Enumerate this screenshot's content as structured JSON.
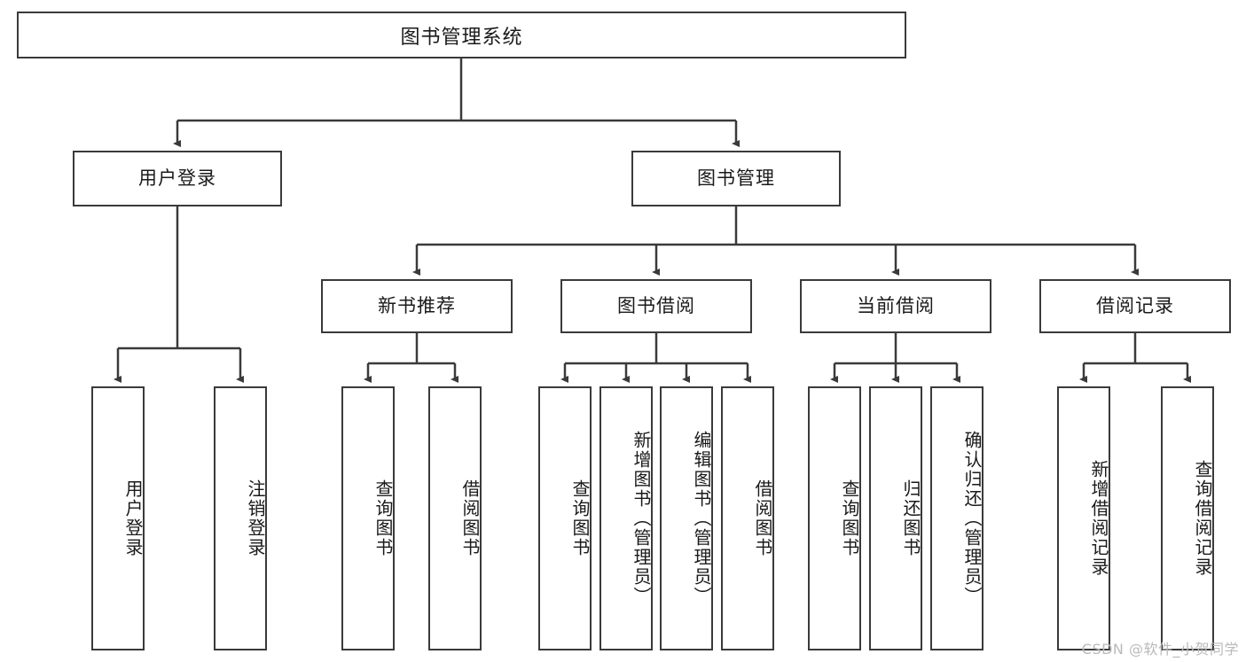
{
  "diagram": {
    "type": "tree",
    "title": "图书管理系统",
    "root": {
      "id": "root",
      "label": "图书管理系统"
    },
    "level2": [
      {
        "id": "user-login",
        "label": "用户登录"
      },
      {
        "id": "book-manage",
        "label": "图书管理"
      }
    ],
    "level3": [
      {
        "id": "new-book-rec",
        "label": "新书推荐",
        "parent": "book-manage"
      },
      {
        "id": "book-borrow",
        "label": "图书借阅",
        "parent": "book-manage"
      },
      {
        "id": "current-borrow",
        "label": "当前借阅",
        "parent": "book-manage"
      },
      {
        "id": "borrow-record",
        "label": "借阅记录",
        "parent": "book-manage"
      }
    ],
    "leaves": [
      {
        "id": "leaf-user-login",
        "label": "用户登录",
        "parent": "user-login"
      },
      {
        "id": "leaf-logout",
        "label": "注销登录",
        "parent": "user-login"
      },
      {
        "id": "leaf-query-book-1",
        "label": "查询图书",
        "parent": "new-book-rec"
      },
      {
        "id": "leaf-borrow-book-1",
        "label": "借阅图书",
        "parent": "new-book-rec"
      },
      {
        "id": "leaf-query-book-2",
        "label": "查询图书",
        "parent": "book-borrow"
      },
      {
        "id": "leaf-add-book",
        "label": "新增图书（管理员）",
        "parent": "book-borrow"
      },
      {
        "id": "leaf-edit-book",
        "label": "编辑图书（管理员）",
        "parent": "book-borrow"
      },
      {
        "id": "leaf-borrow-book-2",
        "label": "借阅图书",
        "parent": "book-borrow"
      },
      {
        "id": "leaf-query-book-3",
        "label": "查询图书",
        "parent": "current-borrow"
      },
      {
        "id": "leaf-return-book",
        "label": "归还图书",
        "parent": "current-borrow"
      },
      {
        "id": "leaf-confirm-return",
        "label": "确认归还（管理员）",
        "parent": "current-borrow"
      },
      {
        "id": "leaf-add-record",
        "label": "新增借阅记录",
        "parent": "borrow-record"
      },
      {
        "id": "leaf-query-record",
        "label": "查询借阅记录",
        "parent": "borrow-record"
      }
    ]
  },
  "watermark": {
    "text": "CSDN @软件_小贺同学"
  },
  "colors": {
    "border": "#3a3a3a",
    "text": "#1a1a1a",
    "background": "#ffffff",
    "watermark": "#b9b9b9"
  }
}
